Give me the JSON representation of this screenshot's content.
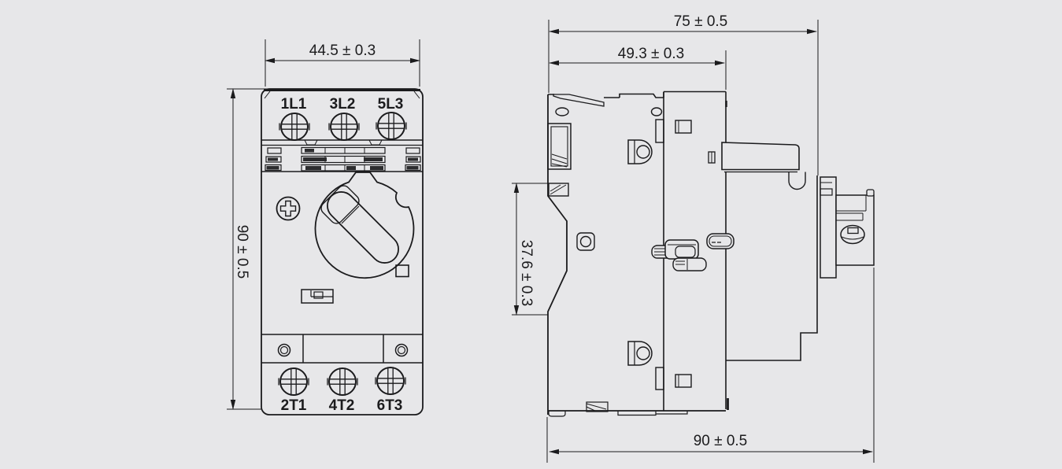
{
  "drawing": {
    "type": "technical-dimension-drawing",
    "colors": {
      "background": "#e7e7e9",
      "line": "#1b1b1d"
    },
    "front_view": {
      "top_terminals": [
        "1L1",
        "3L2",
        "5L3"
      ],
      "bottom_terminals": [
        "2T1",
        "4T2",
        "6T3"
      ],
      "width_dim": "44.5 ± 0.3",
      "height_dim": "90 ± 0.5"
    },
    "side_view": {
      "depth_overall_dim": "75 ± 0.5",
      "depth_front_dim": "49.3 ± 0.3",
      "din_notch_dim": "37.6 ± 0.3",
      "height_dim": "90 ± 0.5"
    }
  }
}
